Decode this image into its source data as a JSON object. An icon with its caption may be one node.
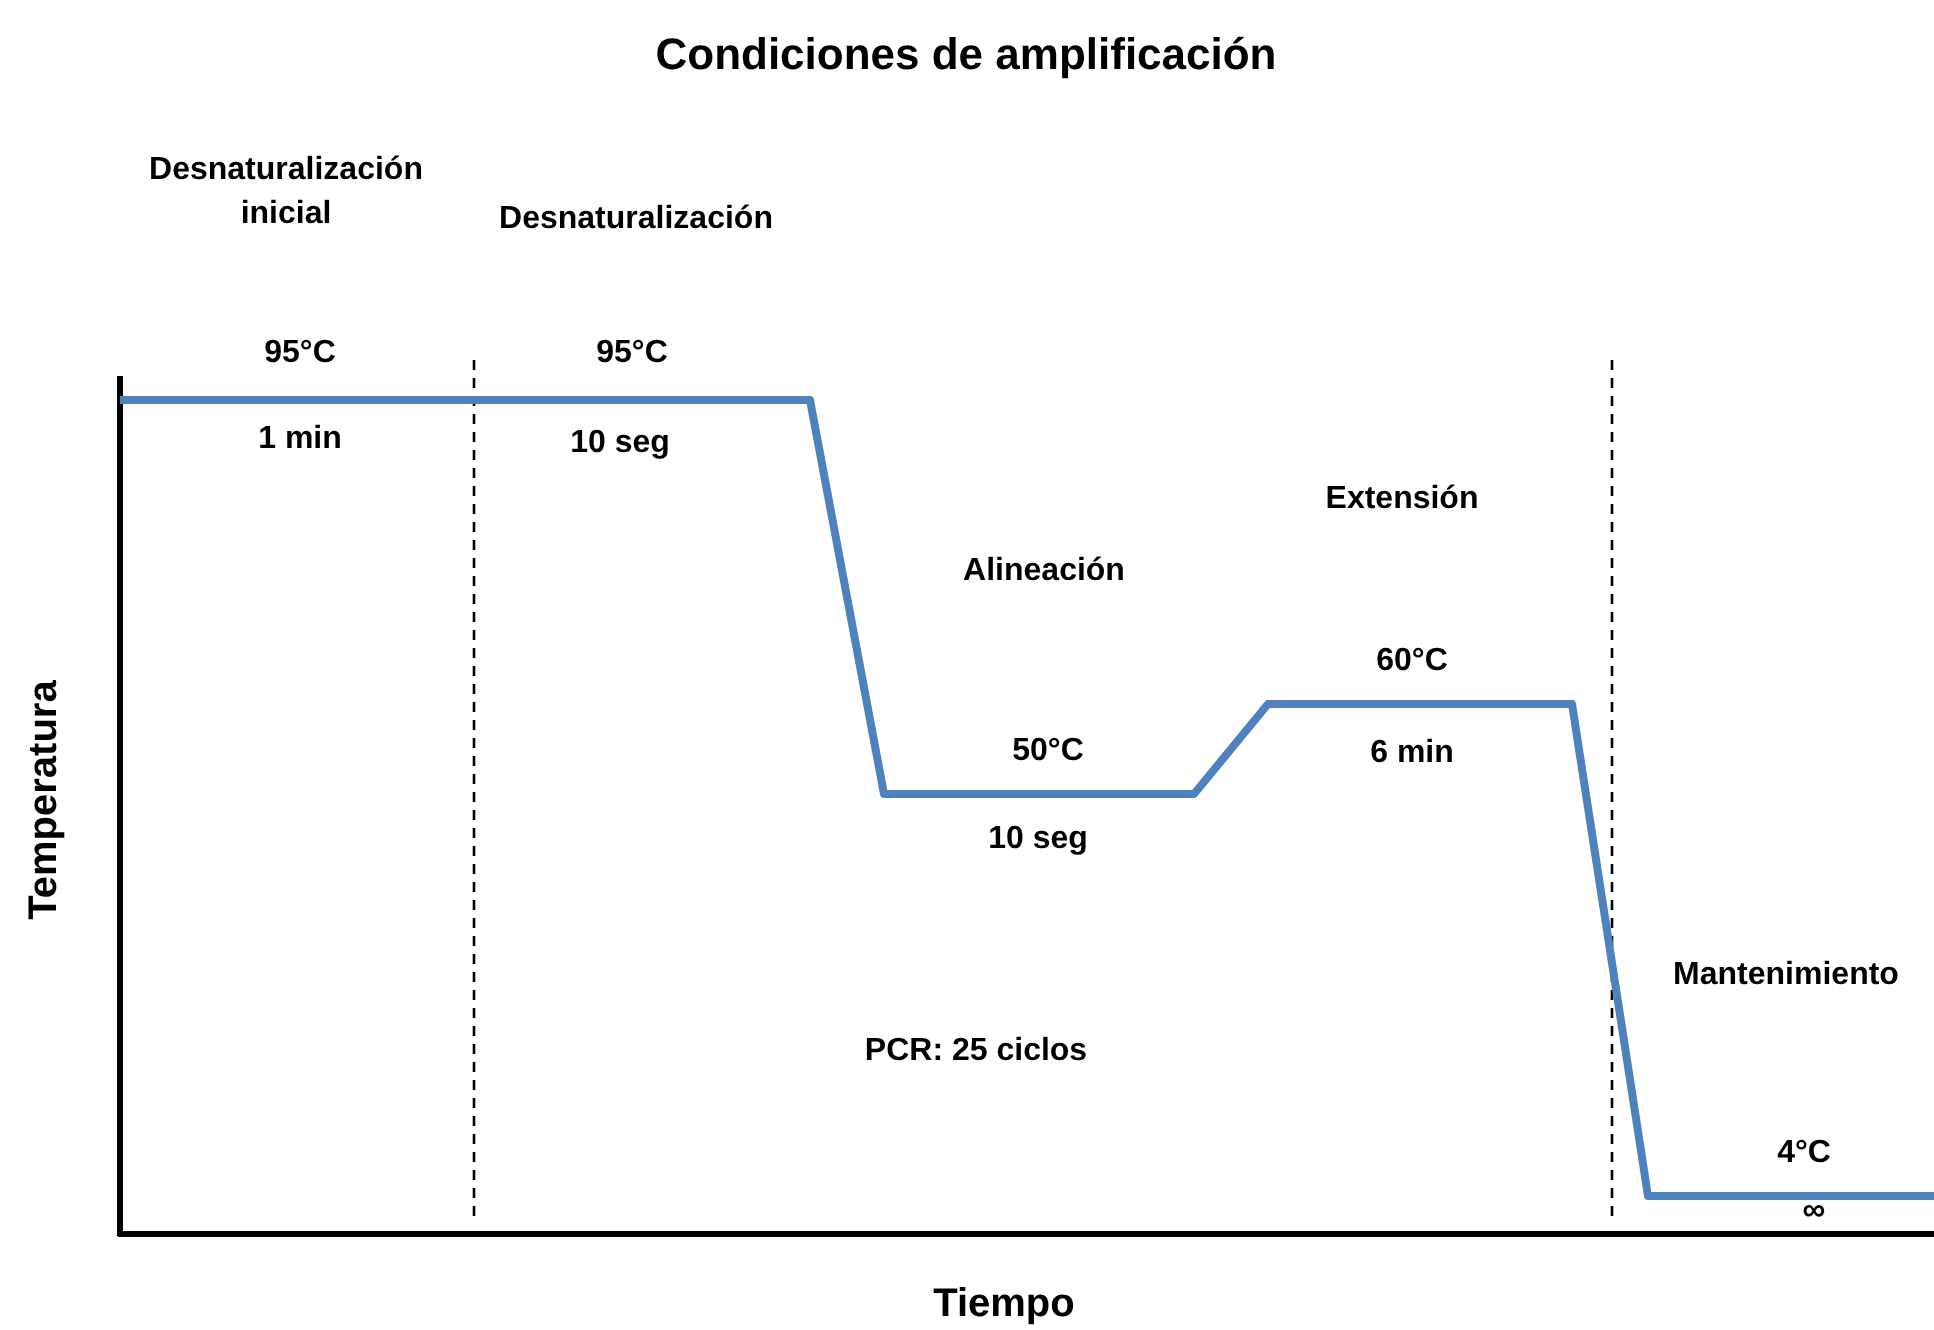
{
  "diagram": {
    "title": "Condiciones de amplificación",
    "labels": [
      "Desnaturalización inicial",
      "Desnaturalización",
      "95°C",
      "95°C",
      "1 min",
      "10 seg",
      "Extensión",
      "Alineación",
      "60°C",
      "50°C",
      "6 min",
      "10 seg",
      "Temperatura",
      "Mantenimiento",
      "PCR: 25 ciclos",
      "4°C",
      "∞",
      "Tiempo"
    ]
  }
}
